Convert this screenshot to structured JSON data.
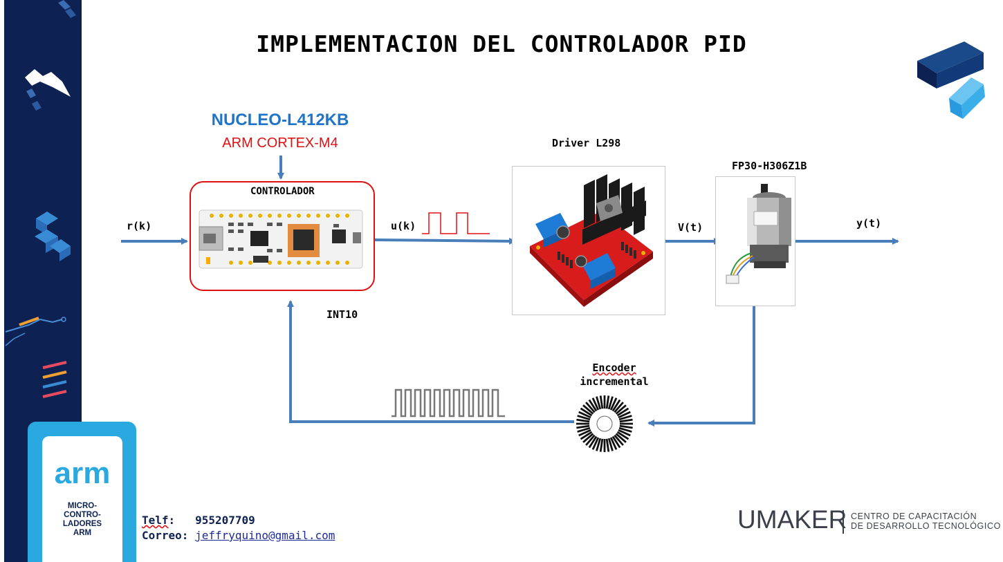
{
  "title": "IMPLEMENTACION DEL CONTROLADOR PID",
  "board": {
    "name": "NUCLEO-L412KB",
    "cpu": "ARM CORTEX-M4",
    "block_label": "CONTROLADOR"
  },
  "driver": {
    "label": "Driver L298"
  },
  "motor": {
    "label": "FP30-H306Z1B"
  },
  "encoder": {
    "label_line1": "Encoder",
    "label_line2": "incremental"
  },
  "signals": {
    "rk": "r(k)",
    "uk": "u(k)",
    "vt": "V(t)",
    "yt": "y(t)",
    "int": "INT10"
  },
  "arm_logo": {
    "wordmark": "arm",
    "l1": "MICRO-",
    "l2": "CONTRO-",
    "l3": "LADORES",
    "l4": "ARM"
  },
  "contact": {
    "tel_label": "Telf",
    "tel_value": "955207709",
    "mail_label": "Correo",
    "mail_value": "jeffryquino@gmail.com"
  },
  "brand": {
    "name": "UMAKER",
    "line1": "CENTRO DE CAPACITACIÓN",
    "line2": "DE DESARROLLO TECNOLÓGICO"
  },
  "colors": {
    "arrow": "#4a7ebb",
    "controller_border": "#e01010",
    "board_name": "#1f74c8",
    "cpu": "#e01010",
    "sidebar": "#0d2153",
    "arm_accent": "#29a9e0"
  }
}
